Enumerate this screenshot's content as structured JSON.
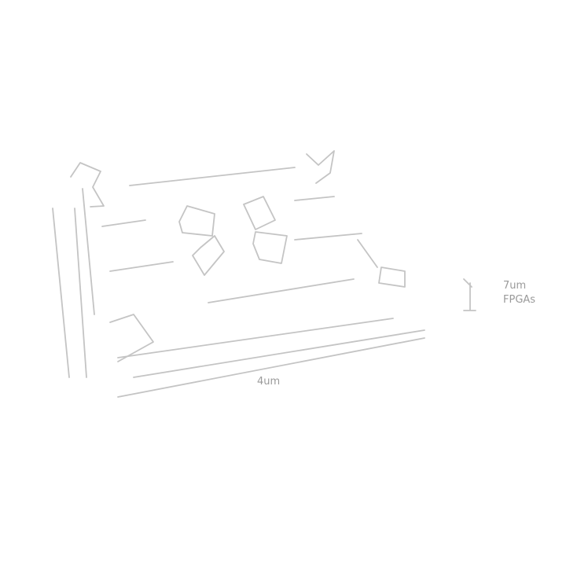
{
  "diagram": {
    "labels": {
      "dimension_right": "7um",
      "dimension_right_sub": "FPGAs",
      "dimension_bottom": "4um"
    },
    "stroke_color": "#f4f4f4"
  }
}
